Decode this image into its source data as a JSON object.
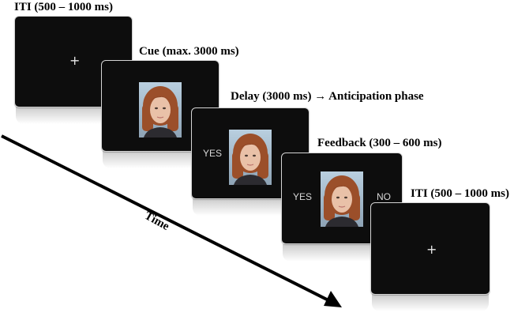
{
  "labels": {
    "iti_first": "ITI (500 – 1000 ms)",
    "cue": "Cue (max. 3000 ms)",
    "delay": "Delay (3000 ms) → Anticipation phase",
    "feedback": "Feedback (300 – 600 ms)",
    "iti_last": "ITI (500 – 1000 ms)",
    "time": "Time"
  },
  "screens": {
    "iti_first": {
      "fixation": "+"
    },
    "cue": {},
    "delay": {
      "left_word": "YES"
    },
    "feedback": {
      "left_word": "YES",
      "right_word": "NO"
    },
    "iti_last": {
      "fixation": "+"
    }
  },
  "colors": {
    "screen": "#0d0d0d",
    "arrow": "#000000",
    "hair": "#9b4f2a",
    "skin": "#e9c1a8",
    "shirt": "#2c2b30"
  },
  "icons": {
    "face": "face-photo-icon",
    "arrow": "time-arrow-icon"
  }
}
